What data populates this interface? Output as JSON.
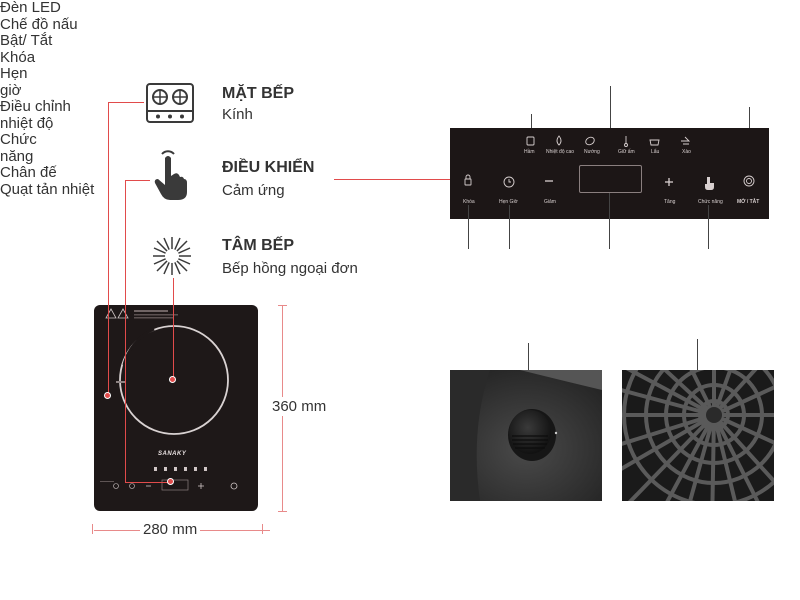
{
  "features": [
    {
      "title": "MẶT BẾP",
      "subtitle": "Kính",
      "icon": "gas-stove-icon"
    },
    {
      "title": "ĐIỀU KHIỂN",
      "subtitle": "Cảm ứng",
      "icon": "touch-hand-icon"
    },
    {
      "title": "TÂM BẾP",
      "subtitle": "Bếp hồng ngoại đơn",
      "icon": "heat-burst-icon"
    }
  ],
  "cooktop": {
    "brand": "SANAKY",
    "height_label": "360 mm",
    "width_label": "280 mm"
  },
  "control_panel": {
    "callouts": {
      "led": "Đèn LED",
      "cook_modes": "Chế đồ nấu",
      "power": "Bật/ Tắt",
      "lock": "Khóa",
      "timer_line1": "Hẹn",
      "timer_line2": "giờ",
      "temp_line1": "Điều chỉnh",
      "temp_line2": "nhiệt độ",
      "function_line1": "Chức",
      "function_line2": "năng"
    },
    "panel_labels": {
      "mode1": "Hầm",
      "mode2": "Nhiệt độ cao",
      "mode3": "Nướng",
      "mode4": "Giữ ấm",
      "mode5": "Lẩu",
      "mode6": "Xào",
      "lock": "Khóa",
      "timer": "Hẹn Giờ",
      "minus": "Giảm",
      "plus": "Tăng",
      "function": "Chức năng",
      "power": "MỞ / TẮT"
    }
  },
  "photos": {
    "foot": "Chân đế",
    "fan": "Quạt tản nhiệt"
  },
  "colors": {
    "accent": "#e14b4b",
    "glass": "#1e1818",
    "text": "#333333"
  }
}
